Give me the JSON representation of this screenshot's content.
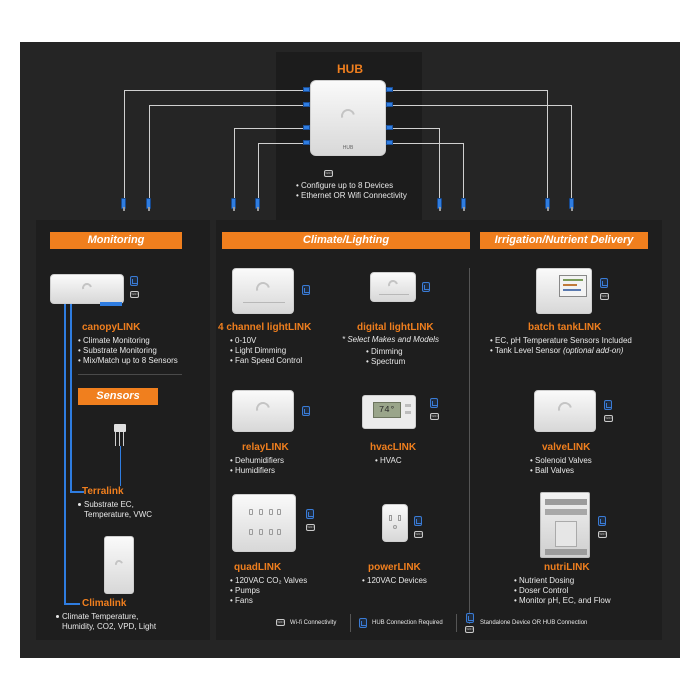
{
  "hub": {
    "title": "HUB",
    "device_label": "HUB",
    "bullets": [
      "Configure up to 8 Devices",
      "Ethernet OR Wifi Connectivity"
    ]
  },
  "sections": {
    "monitoring": "Monitoring",
    "climate": "Climate/Lighting",
    "irrigation": "Irrigation/Nutrient Delivery",
    "sensors": "Sensors"
  },
  "products": {
    "canopylink": {
      "name": "canopyLINK",
      "bullets": [
        "Climate Monitoring",
        "Substrate Monitoring",
        "Mix/Match up to 8 Sensors"
      ]
    },
    "terralink": {
      "name": "Terralink",
      "lines": [
        "Substrate EC,",
        "Temperature, VWC"
      ]
    },
    "climalink": {
      "name": "Climalink",
      "lines": [
        "Climate Temperature,",
        "Humidity, CO2, VPD, Light"
      ]
    },
    "lightlink4": {
      "name": "4 channel lightLINK",
      "bullets": [
        "0-10V",
        "Light Dimming",
        "Fan Speed Control"
      ]
    },
    "digitallightlink": {
      "name": "digital lightLINK",
      "note": "Select Makes and Models",
      "bullets": [
        "Dimming",
        "Spectrum"
      ]
    },
    "relaylink": {
      "name": "relayLINK",
      "bullets": [
        "Dehumidifiers",
        "Humidifiers"
      ]
    },
    "hvaclink": {
      "name": "hvacLINK",
      "bullets": [
        "HVAC"
      ],
      "display": "74°"
    },
    "quadlink": {
      "name": "quadLINK",
      "bullets": [
        "120VAC CO₂ Valves",
        "Pumps",
        "Fans"
      ]
    },
    "powerlink": {
      "name": "powerLINK",
      "bullets": [
        "120VAC Devices"
      ]
    },
    "batchtanklink": {
      "name": "batch tankLINK",
      "bullets": [
        "EC, pH Temperature Sensors Included"
      ],
      "tank_prefix": "Tank Level Sensor",
      "tank_optional": "(optional add-on)"
    },
    "valvelink": {
      "name": "valveLINK",
      "bullets": [
        "Solenoid Valves",
        "Ball Valves"
      ]
    },
    "nutrilink": {
      "name": "nutriLINK",
      "bullets": [
        "Nutrient Dosing",
        "Doser Control",
        "Monitor pH, EC, and Flow"
      ]
    }
  },
  "legend": {
    "wifi": "Wi-fi Connectivity",
    "hub_required": "HUB Connection Required",
    "standalone": "Standalone Device OR HUB Connection",
    "wifi_badge_text": "WIFI"
  },
  "colors": {
    "background": "#252525",
    "accent": "#f07f1e",
    "cable": "#2f7de1",
    "wire": "#d0d0d0"
  }
}
